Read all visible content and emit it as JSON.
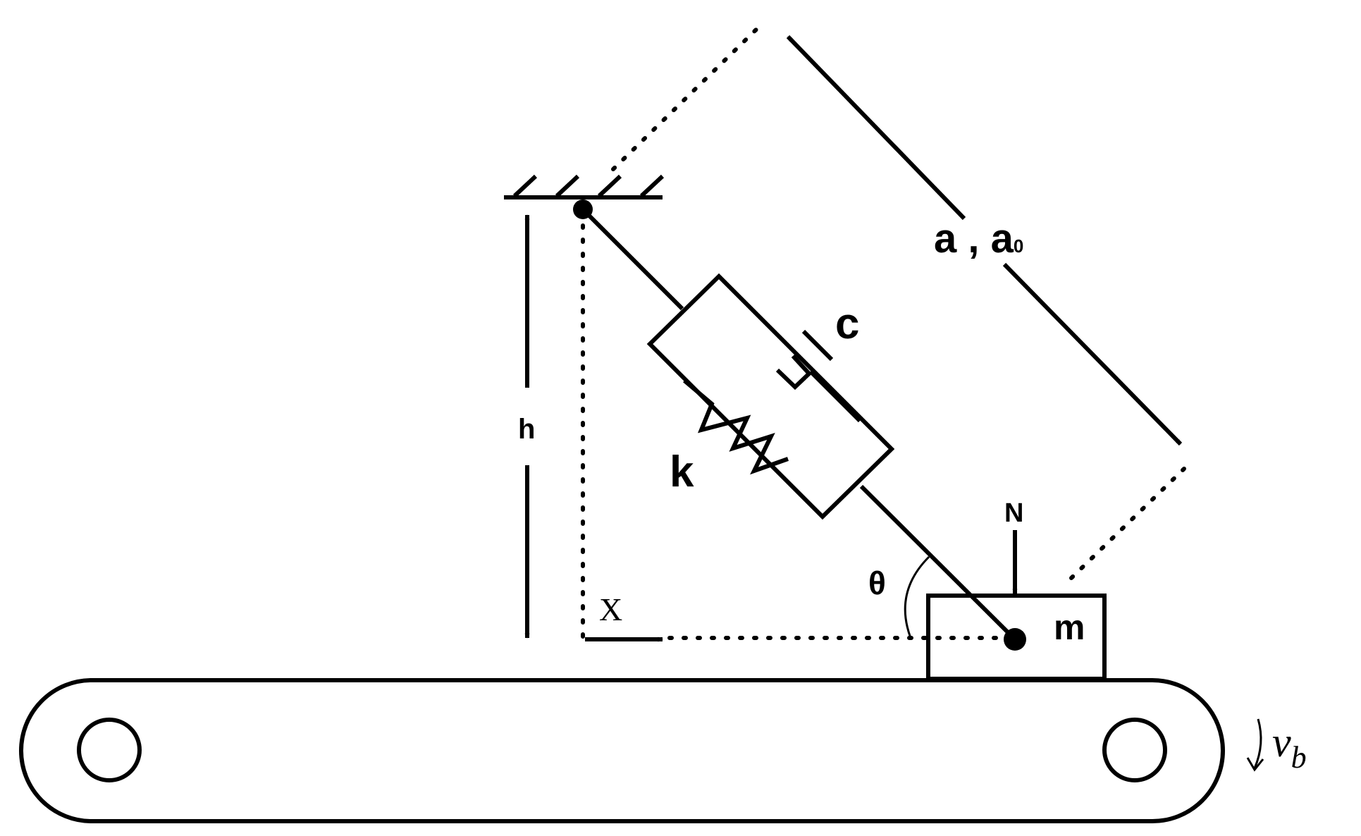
{
  "colors": {
    "ink": "#000000",
    "paper": "#ffffff"
  },
  "labels": {
    "length": "a , a",
    "length_sub": "0",
    "damper": "c",
    "spring": "k",
    "height": "h",
    "normal_force": "N",
    "angle": "θ",
    "displacement": "X",
    "mass": "m",
    "belt_velocity": "v",
    "belt_velocity_sub": "b"
  }
}
